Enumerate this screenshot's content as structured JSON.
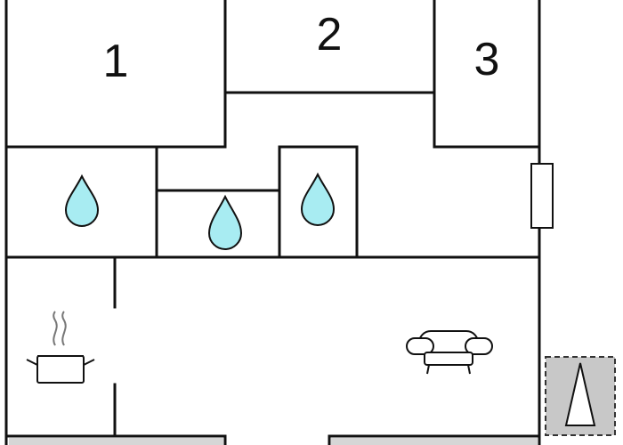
{
  "floor_plan": {
    "rooms": [
      {
        "id": "bedroom-1",
        "label": "1"
      },
      {
        "id": "bedroom-2",
        "label": "2"
      },
      {
        "id": "bedroom-3",
        "label": "3"
      }
    ],
    "icons": {
      "bathroom": "water-drop-icon",
      "kitchen": "cooking-pot-icon",
      "living": "sofa-icon",
      "terrace": "north-arrow-icon",
      "window": "window-icon"
    },
    "colors": {
      "wall": "#111111",
      "water": "#a8ecf2",
      "terrace": "#c8c8c8"
    }
  }
}
